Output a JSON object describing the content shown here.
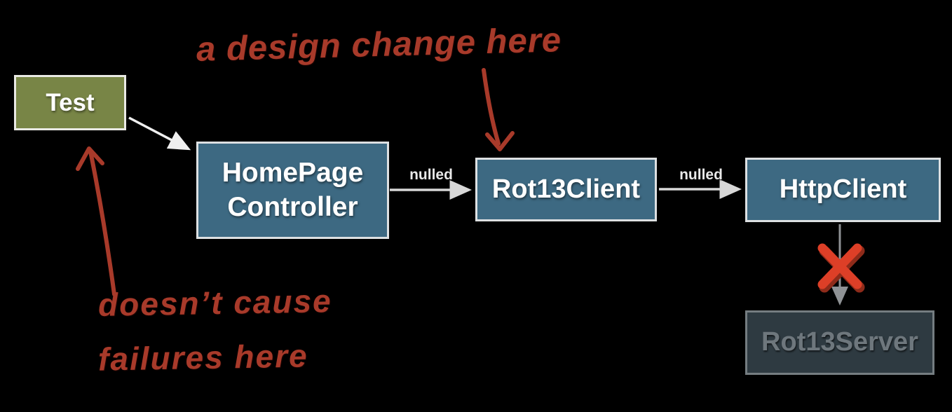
{
  "diagram": {
    "nodes": {
      "test": {
        "label": "Test"
      },
      "homepage_controller": {
        "label": "HomePage Controller"
      },
      "rot13_client": {
        "label": "Rot13Client"
      },
      "http_client": {
        "label": "HttpClient"
      },
      "rot13_server": {
        "label": "Rot13Server"
      }
    },
    "edges": {
      "test_to_controller": {
        "label": ""
      },
      "controller_to_rot13client": {
        "label": "nulled"
      },
      "rot13client_to_httpclient": {
        "label": "nulled"
      },
      "httpclient_to_rot13server": {
        "label": "",
        "blocked": true
      }
    },
    "annotations": {
      "design_change": "a design change here",
      "no_failures_line1": "doesn’t cause",
      "no_failures_line2": "failures here"
    },
    "icons": {
      "broken_connection": "x-mark-icon"
    }
  },
  "colors": {
    "bg": "#000000",
    "test_fill": "#788546",
    "test_border": "#e9e9e4",
    "node_fill": "#3d6982",
    "node_border": "#dde0e2",
    "server_fill": "#2e3a41",
    "server_border": "#757d81",
    "server_text": "#6e777d",
    "label_text": "#ffffff",
    "nulled_text": "#e8e8e8",
    "annotation_red": "#a83a2a",
    "x_red": "#dd3f27",
    "x_red_dark": "#8e2b1a",
    "arrow_white": "#efefef",
    "arrow_light": "#d8d8d8",
    "arrow_gray": "#8f9295"
  }
}
